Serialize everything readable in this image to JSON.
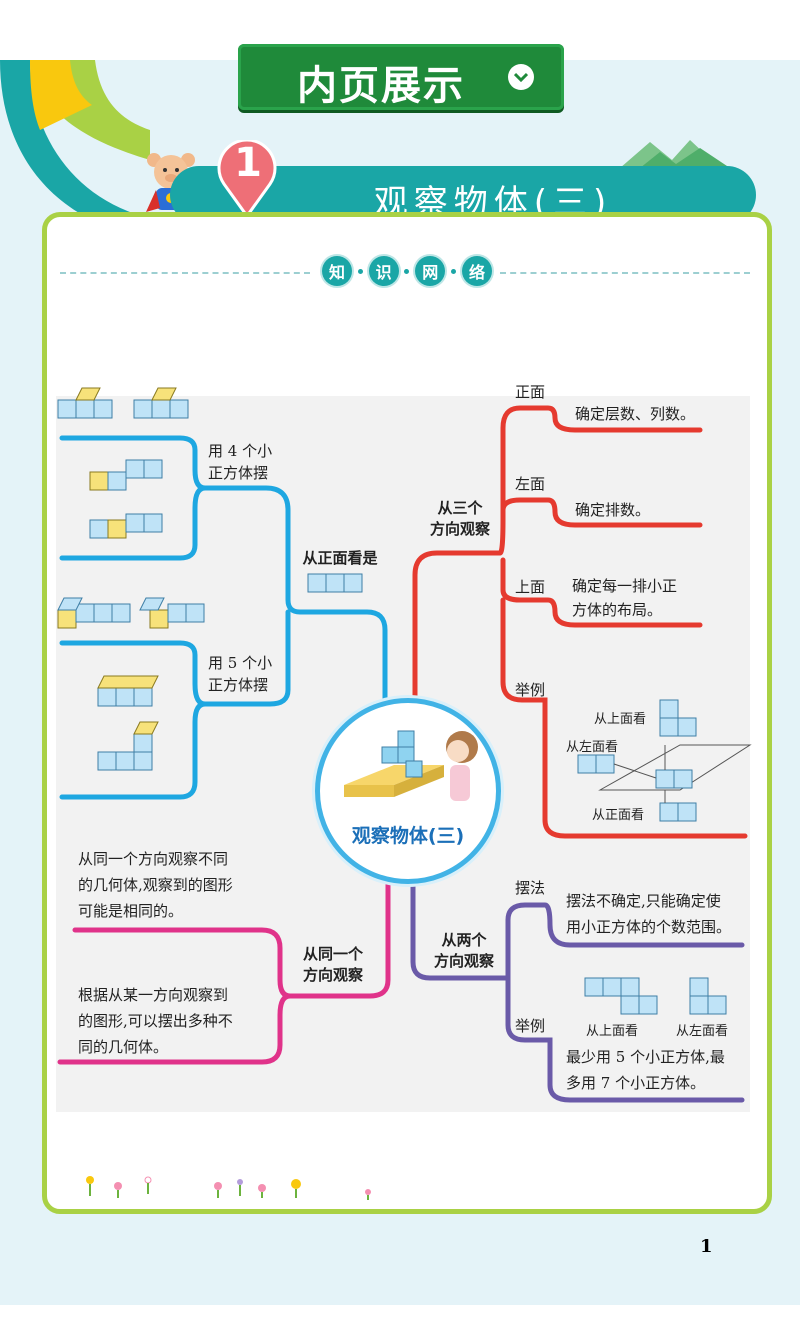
{
  "header": {
    "title": "内页展示"
  },
  "chapter": {
    "number": "1",
    "title": "观察物体(三)"
  },
  "section": {
    "badges": [
      "知",
      "识",
      "网",
      "络"
    ]
  },
  "center": {
    "label": "观察物体(三)"
  },
  "left_top": {
    "branch_label": "从正面看是",
    "four_label": "用 4 个小\n正方体摆",
    "five_label": "用 5 个小\n正方体摆"
  },
  "right_top": {
    "branch_label": "从三个\n方向观察",
    "front": {
      "label": "正面",
      "desc": "确定层数、列数。"
    },
    "left": {
      "label": "左面",
      "desc": "确定排数。"
    },
    "top": {
      "label": "上面",
      "desc": "确定每一排小正\n方体的布局。"
    },
    "example": {
      "label": "举例",
      "top_view": "从上面看",
      "left_view": "从左面看",
      "front_view": "从正面看"
    }
  },
  "left_bottom": {
    "branch_label": "从同一个\n方向观察",
    "note1": "从同一个方向观察不同\n的几何体,观察到的图形\n可能是相同的。",
    "note2": "根据从某一方向观察到\n的图形,可以摆出多种不\n同的几何体。"
  },
  "right_bottom": {
    "branch_label": "从两个\n方向观察",
    "method": {
      "label": "摆法",
      "desc": "摆法不确定,只能确定使\n用小正方体的个数范围。"
    },
    "example": {
      "label": "举例",
      "top_view": "从上面看",
      "left_view": "从左面看",
      "desc": "最少用 5 个小正方体,最\n多用 7 个小正方体。"
    }
  },
  "page_number": "1",
  "colors": {
    "banner": "#1f8a3a",
    "chapter": "#1aa6a6",
    "frame": "#a9d145",
    "blue_branch": "#1ea7e1",
    "red_branch": "#e53a2f",
    "pink_branch": "#e0338a",
    "purple_branch": "#6a5aa8",
    "cube_blue": "#bfe3f7",
    "cube_yellow": "#f7e27a"
  }
}
